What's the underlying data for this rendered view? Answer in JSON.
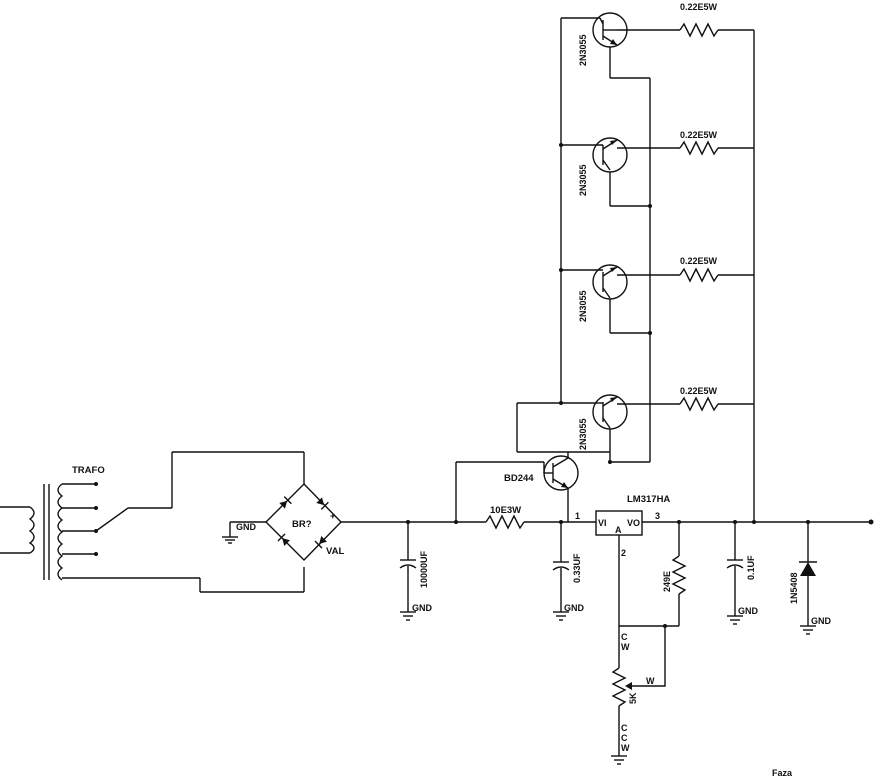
{
  "schematic": {
    "transformer": {
      "label": "TRAFO"
    },
    "bridge": {
      "ref": "BR?",
      "value": "VAL",
      "gnd": "GND",
      "plus": "+"
    },
    "main_cap": {
      "value": "10000UF",
      "gnd": "GND"
    },
    "series_resistor": {
      "value": "10E3W"
    },
    "cap_in": {
      "value": "0.33UF",
      "gnd": "GND"
    },
    "regulator": {
      "part": "LM317HA",
      "vi": "VI",
      "vo": "VO",
      "adj": "A",
      "pin1": "1",
      "pin2": "2",
      "pin3": "3"
    },
    "r_adj": {
      "value": "249E"
    },
    "cap_out": {
      "value": "0.1UF",
      "gnd": "GND"
    },
    "diode": {
      "part": "1N5408",
      "gnd": "GND"
    },
    "driver": {
      "part": "BD244"
    },
    "power_transistors": [
      {
        "part": "2N3055",
        "emitter_resistor": "0.22E5W"
      },
      {
        "part": "2N3055",
        "emitter_resistor": "0.22E5W"
      },
      {
        "part": "2N3055",
        "emitter_resistor": "0.22E5W"
      },
      {
        "part": "2N3055",
        "emitter_resistor": "0.22E5W"
      }
    ],
    "pot": {
      "value": "5K",
      "cw": "CW",
      "ccw": "CCW",
      "wiper": "W"
    },
    "footer": "Faza"
  }
}
